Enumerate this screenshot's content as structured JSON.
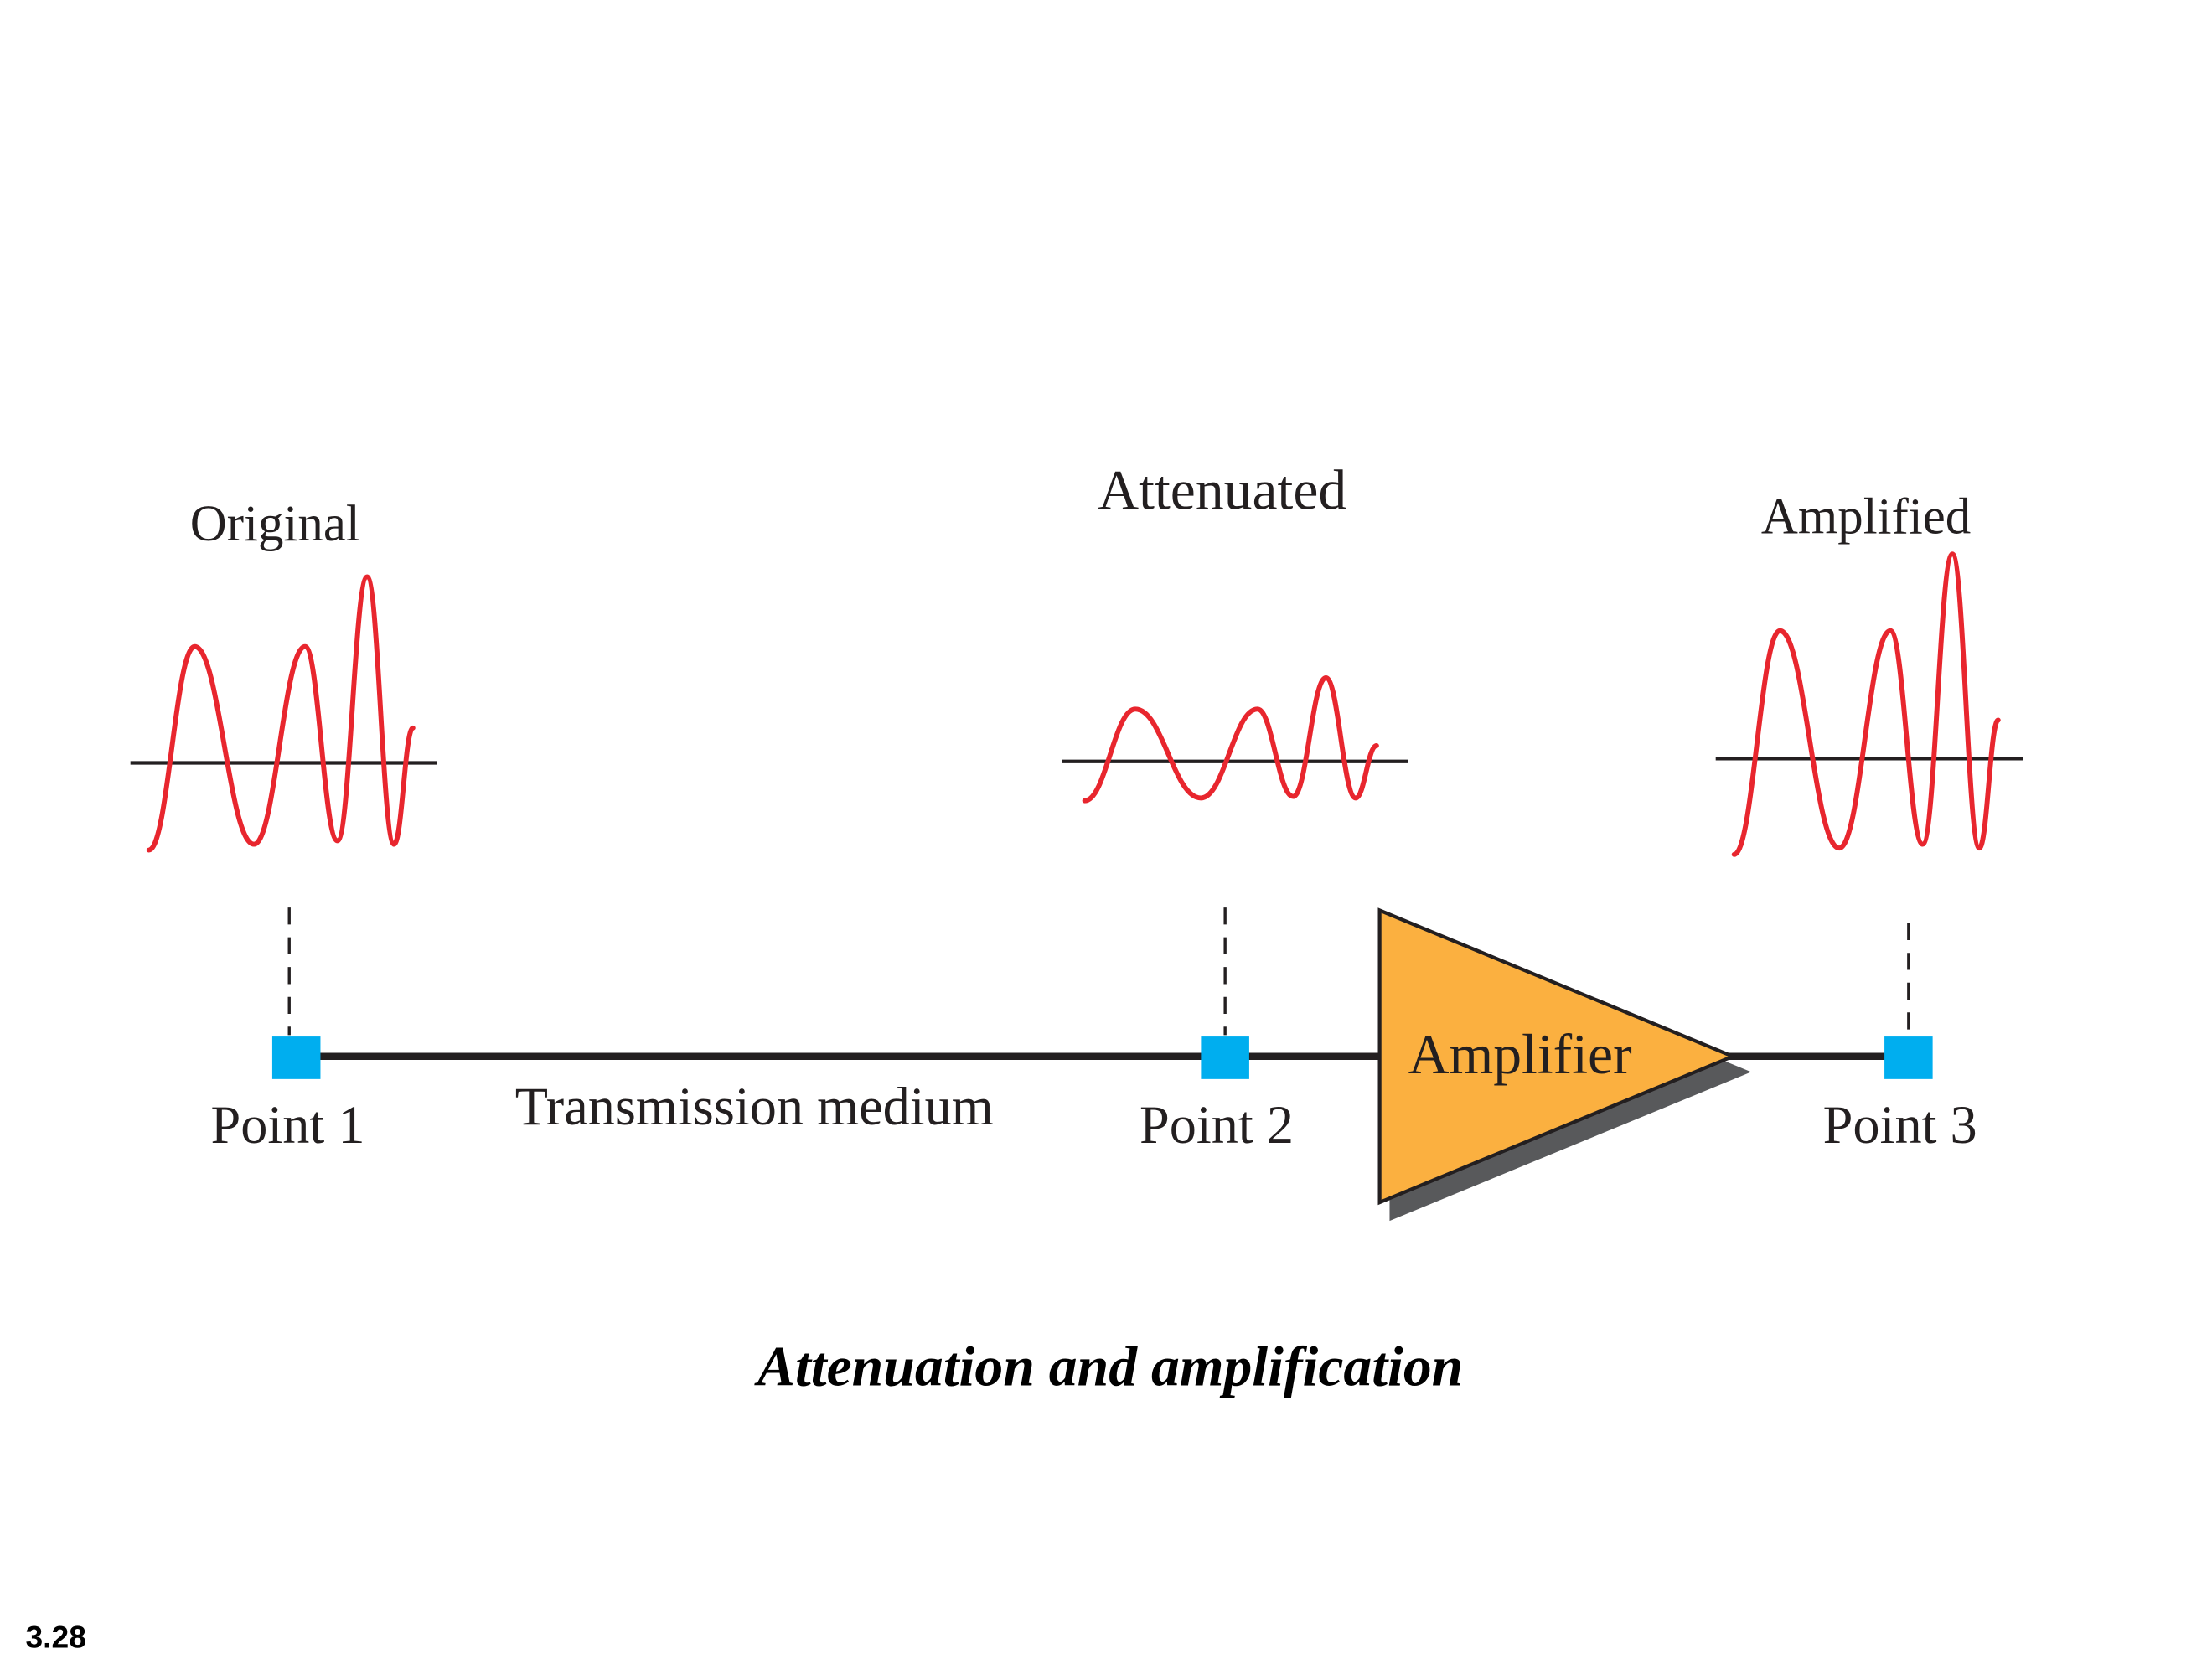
{
  "colors": {
    "signal": "#e8262e",
    "axis": "#231f20",
    "point_marker": "#00aeef",
    "amplifier_fill": "#fbb040",
    "amplifier_shadow": "#58595b",
    "medium_line": "#231f20"
  },
  "signals": {
    "original": {
      "label": "Original",
      "relative_amplitude": 1.0
    },
    "attenuated": {
      "label": "Attenuated",
      "relative_amplitude": 0.45
    },
    "amplified": {
      "label": "Amplified",
      "relative_amplitude": 1.1
    }
  },
  "points": {
    "point1": "Point 1",
    "point2": "Point 2",
    "point3": "Point 3"
  },
  "medium_label": "Transmission medium",
  "amplifier_label": "Amplifier",
  "caption": "Attenuation and amplification",
  "slide_number": "3.28"
}
